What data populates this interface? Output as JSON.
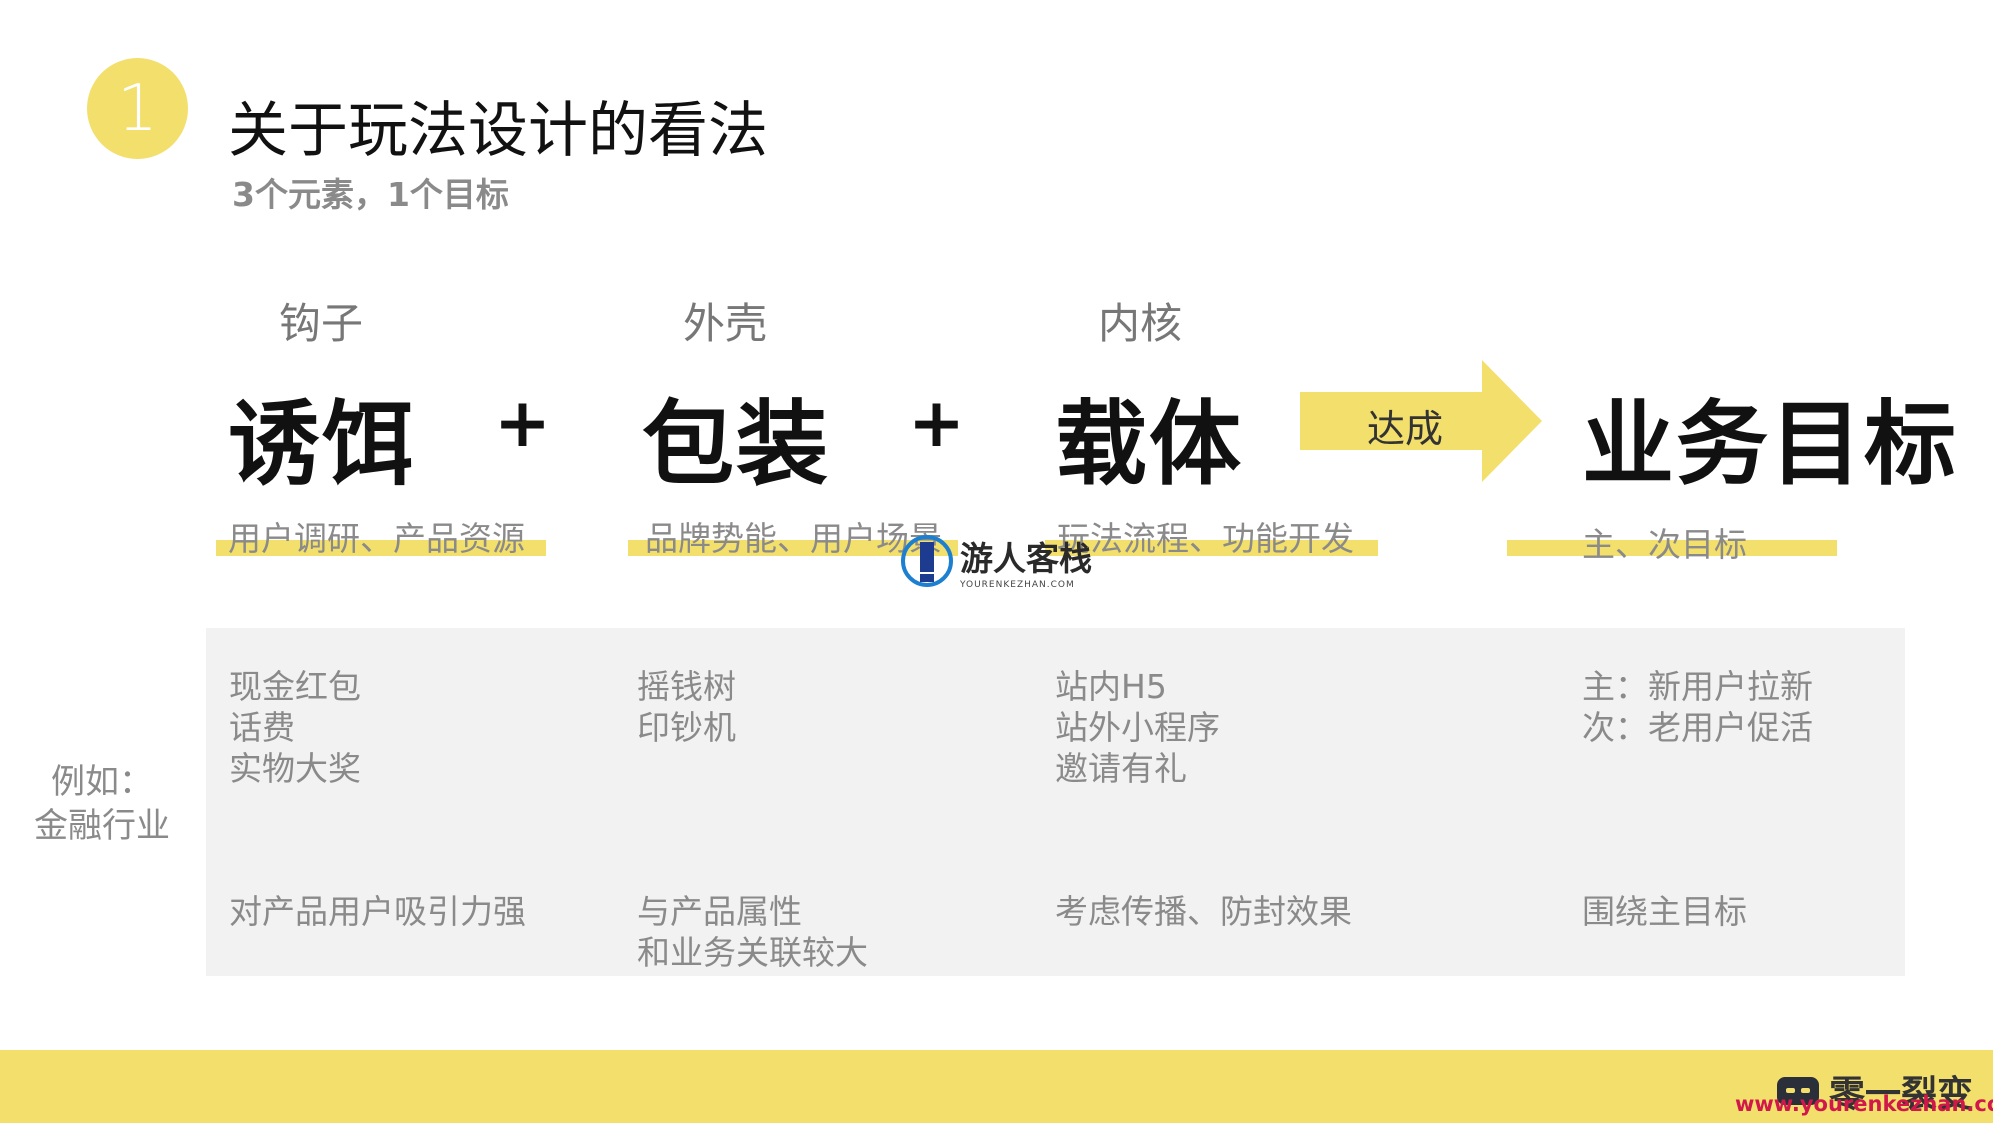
{
  "header": {
    "number": "1",
    "title": "关于玩法设计的看法",
    "subtitle": "3个元素，1个目标"
  },
  "elements": [
    {
      "label": "钩子",
      "word": "诱饵",
      "under": "用户调研、产品资源"
    },
    {
      "label": "外壳",
      "word": "包装",
      "under": "品牌势能、用户场景"
    },
    {
      "label": "内核",
      "word": "载体",
      "under": "玩法流程、功能开发"
    }
  ],
  "plus": "+",
  "arrow_label": "达成",
  "goal": {
    "word": "业务目标",
    "under": "主、次目标"
  },
  "example_label": [
    "例如：",
    "金融行业"
  ],
  "examples": [
    {
      "items": [
        "现金红包",
        "话费",
        "实物大奖"
      ],
      "note": [
        "对产品用户吸引力强"
      ]
    },
    {
      "items": [
        "摇钱树",
        "印钞机"
      ],
      "note": [
        "与产品属性",
        "和业务关联较大"
      ]
    },
    {
      "items": [
        "站内H5",
        "站外小程序",
        "邀请有礼"
      ],
      "note": [
        "考虑传播、防封效果"
      ]
    },
    {
      "items": [
        "主：新用户拉新",
        "次：老用户促活"
      ],
      "note": [
        "围绕主目标"
      ]
    }
  ],
  "watermark": {
    "main": "游人客栈",
    "sub": "YOURENKEZHAN.COM"
  },
  "brand": {
    "name": "零一裂变",
    "url": "www.yourenkezhan.com"
  },
  "colors": {
    "accent": "#f3df6c",
    "url": "#d1184a"
  }
}
